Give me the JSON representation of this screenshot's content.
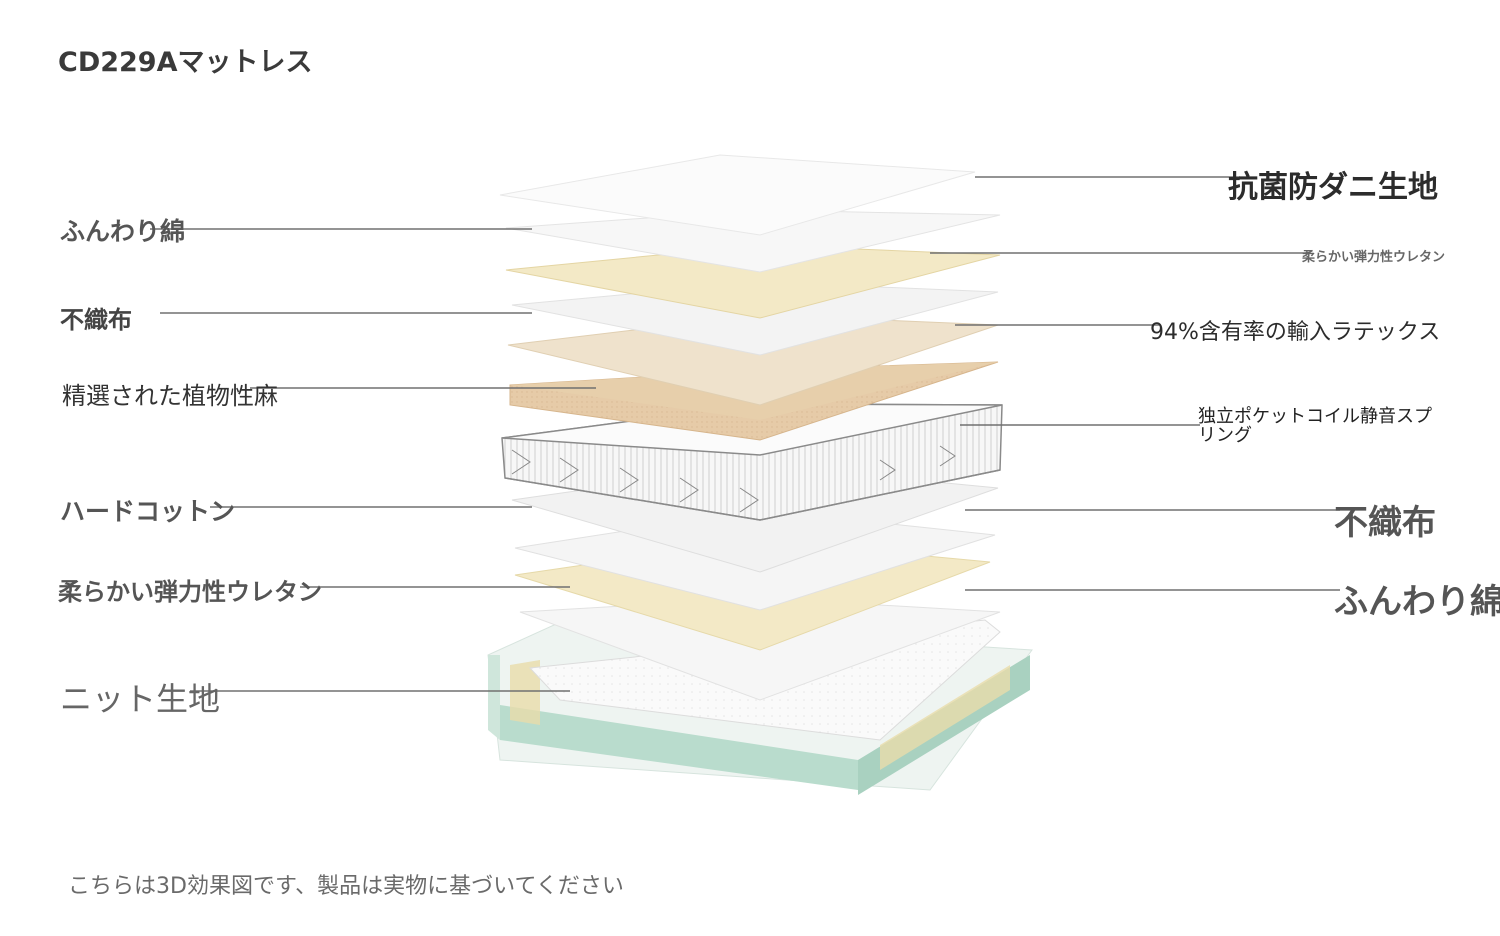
{
  "title": "CD229Aマットレス",
  "caption": "こちらは3D効果図です、製品は実物に基づいてください",
  "labels_left": [
    "ふんわり綿",
    "不織布",
    "精選された植物性麻",
    "ハードコットン",
    "柔らかい弾力性ウレタン",
    "ニット生地"
  ],
  "labels_right": [
    "抗菌防ダニ生地",
    "柔らかい弾力性ウレタン",
    "94%含有率の輸入ラテックス",
    "独立ポケットコイル静音スプリング",
    "不織布",
    "ふんわり綿"
  ],
  "colors": {
    "white_layer": "#f4f4f4",
    "cream_layer": "#f3e9c6",
    "beige_layer": "#efe2cc",
    "brown_layer": "#e5caa6",
    "base_teal": "#b9dccd",
    "leader_line": "#707070"
  }
}
